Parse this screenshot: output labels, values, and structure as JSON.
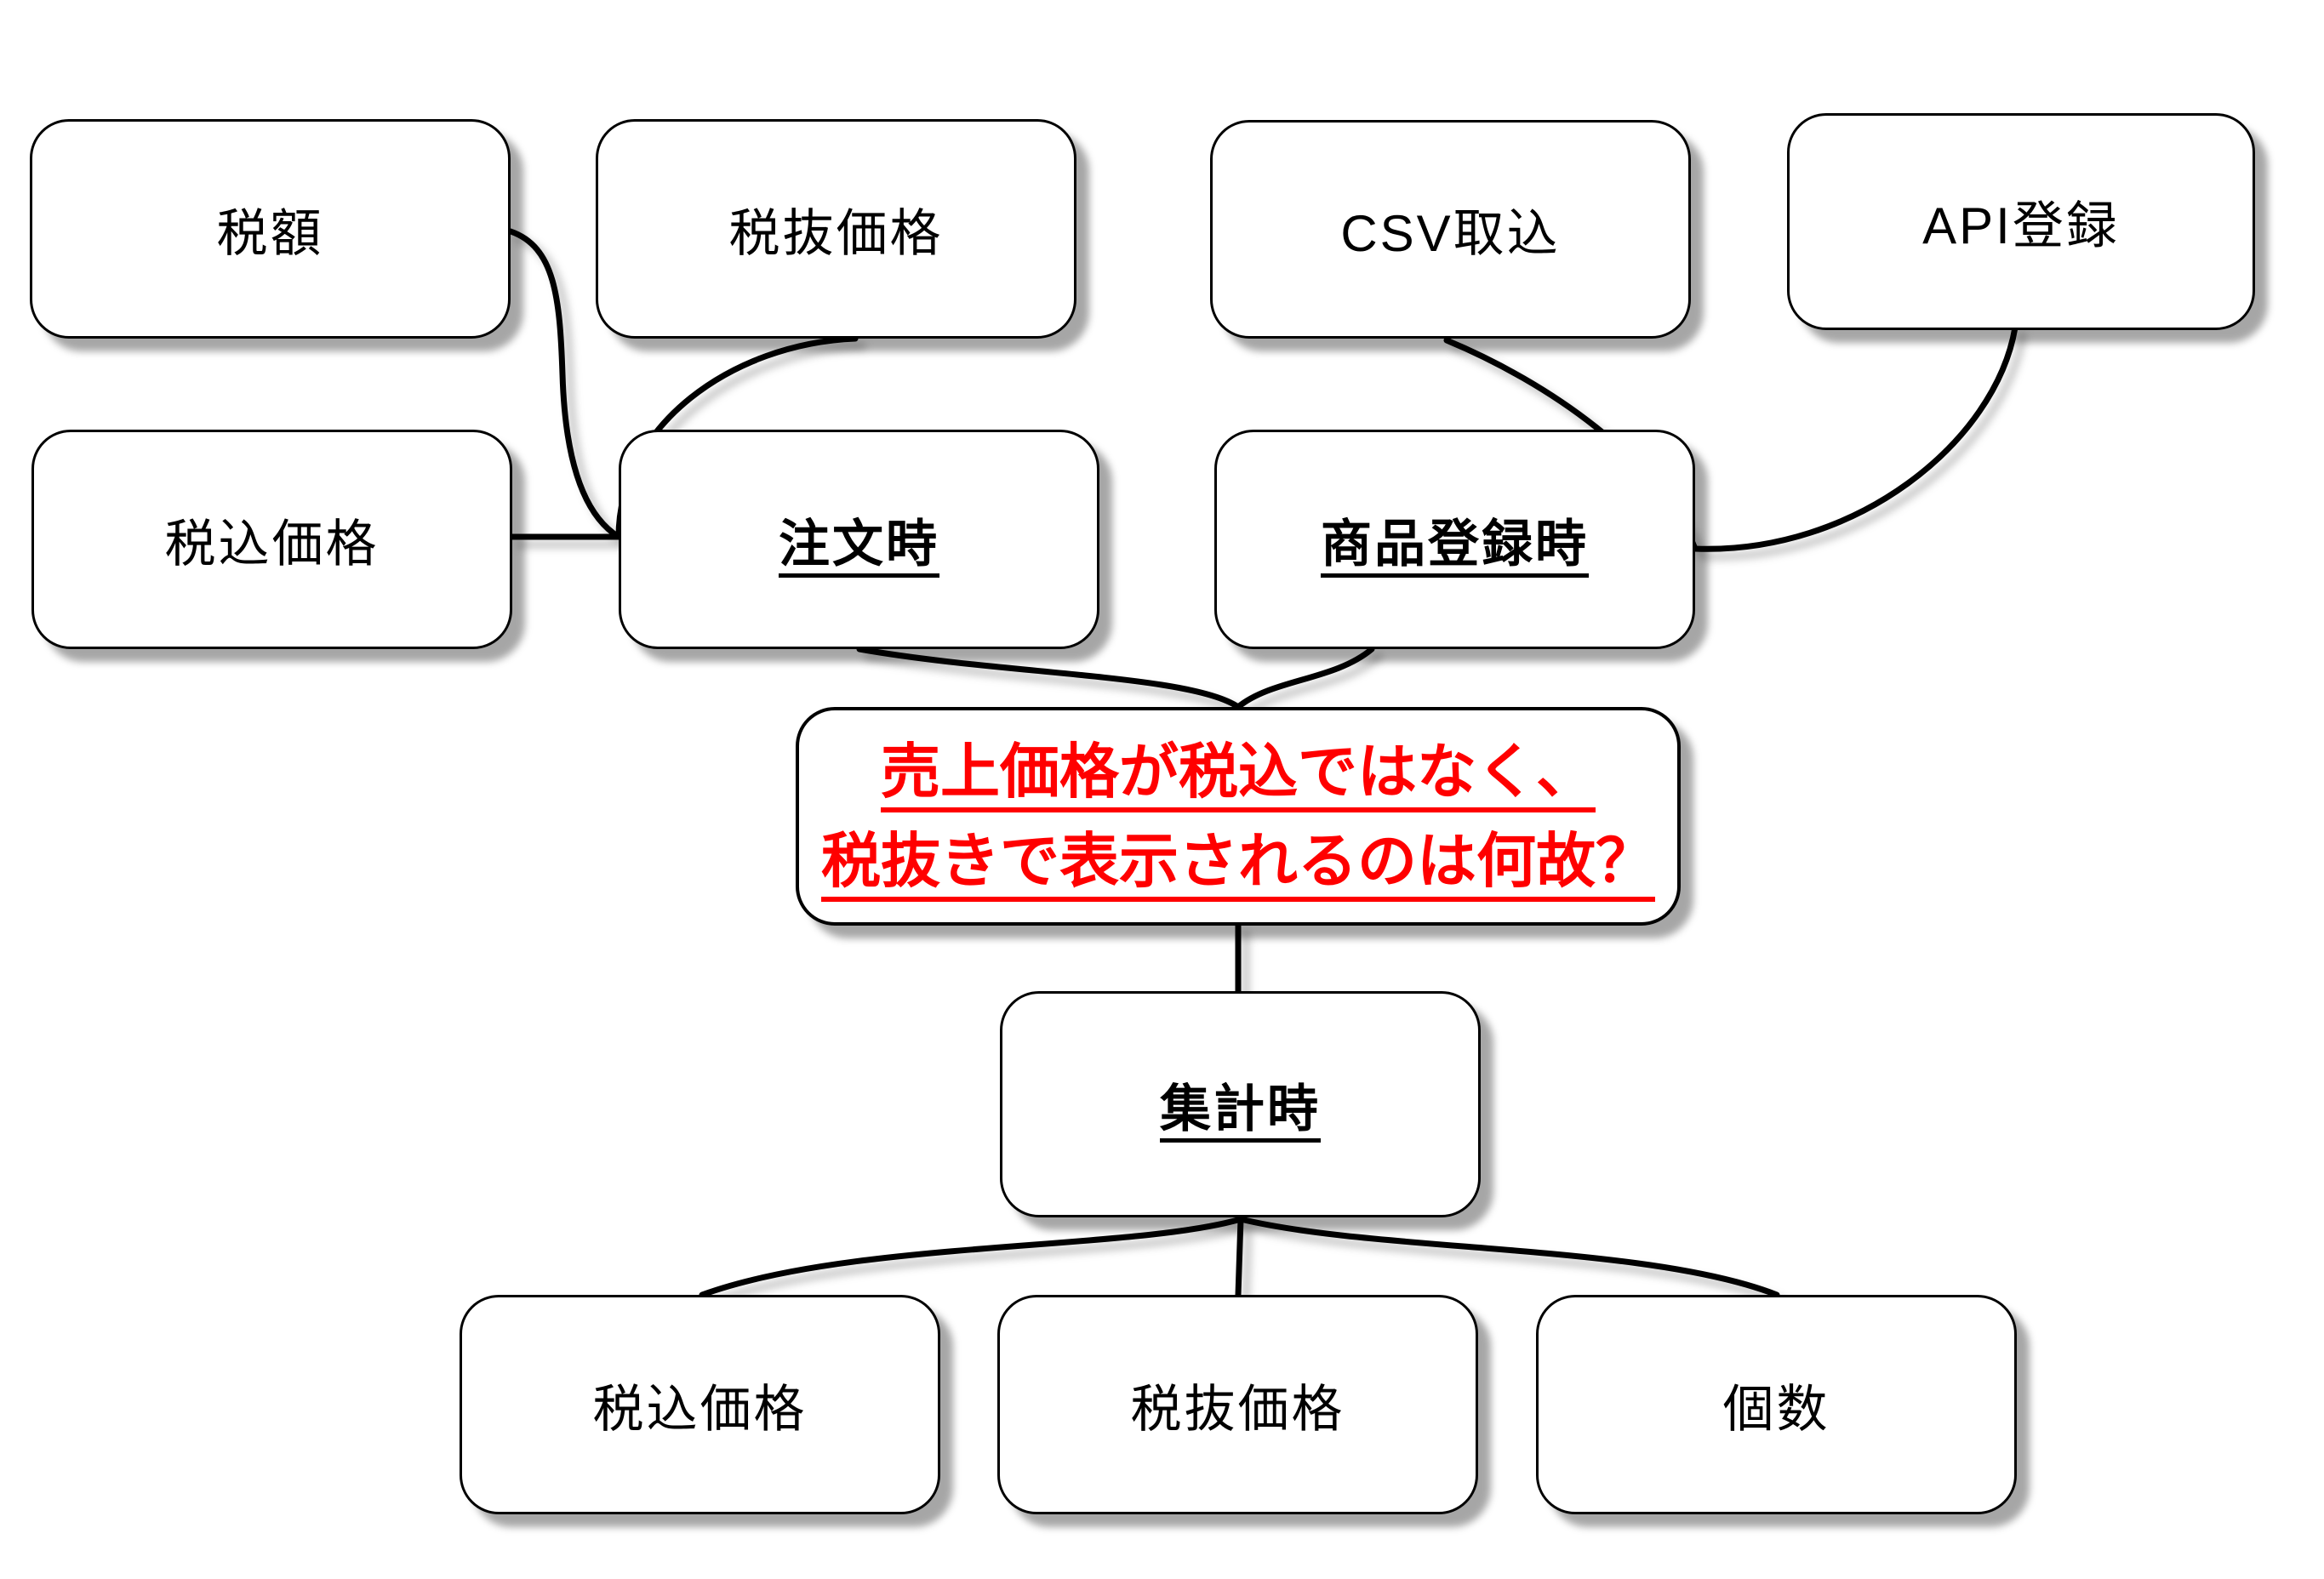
{
  "diagram": {
    "colors": {
      "background": "#ffffff",
      "node_fill": "#ffffff",
      "node_border": "#000000",
      "connector": "#000000",
      "text": "#000000",
      "emphasis_text": "#ff0000"
    },
    "nodes": {
      "tax_amount": {
        "label": "税額"
      },
      "tax_excluded_price_top": {
        "label": "税抜価格"
      },
      "csv_import": {
        "label": "CSV取込"
      },
      "api_registration": {
        "label": "API登録"
      },
      "tax_included_price_left": {
        "label": "税込価格"
      },
      "order_time": {
        "label": "注文時"
      },
      "product_registration_time": {
        "label": "商品登録時"
      },
      "question": {
        "line1": "売上価格が税込ではなく、",
        "line2": "税抜きで表示されるのは何故？"
      },
      "aggregation_time": {
        "label": "集計時"
      },
      "tax_included_price_bottom": {
        "label": "税込価格"
      },
      "tax_excluded_price_bottom": {
        "label": "税抜価格"
      },
      "quantity": {
        "label": "個数"
      }
    },
    "connections": [
      {
        "from": "tax_amount",
        "to": "order_time"
      },
      {
        "from": "tax_excluded_price_top",
        "to": "order_time"
      },
      {
        "from": "tax_included_price_left",
        "to": "order_time"
      },
      {
        "from": "csv_import",
        "to": "product_registration_time"
      },
      {
        "from": "api_registration",
        "to": "product_registration_time"
      },
      {
        "from": "order_time",
        "to": "question"
      },
      {
        "from": "product_registration_time",
        "to": "question"
      },
      {
        "from": "question",
        "to": "aggregation_time"
      },
      {
        "from": "aggregation_time",
        "to": "tax_included_price_bottom"
      },
      {
        "from": "aggregation_time",
        "to": "tax_excluded_price_bottom"
      },
      {
        "from": "aggregation_time",
        "to": "quantity"
      }
    ]
  }
}
